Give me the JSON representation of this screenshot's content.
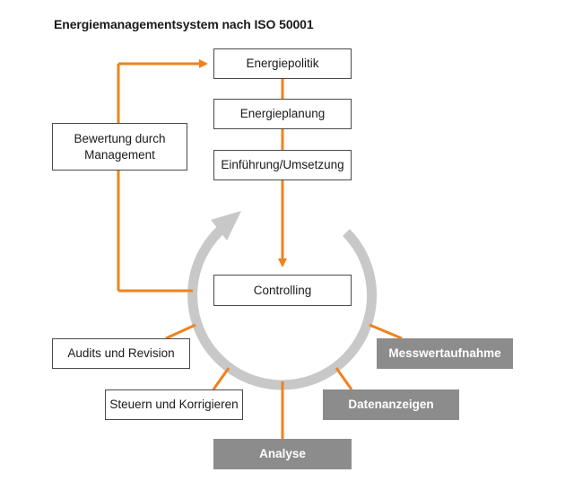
{
  "title": "Energiemanagementsystem nach ISO 50001",
  "colors": {
    "accent": "#f0821e",
    "cycle": "#c8c8c8",
    "box_border": "#4a4a4a",
    "grey_box": "#8c8c8c"
  },
  "boxes": {
    "energiepolitik": "Energiepolitik",
    "energieplanung": "Energieplanung",
    "einfuehrung": "Einführung/Umsetzung",
    "bewertung": "Bewertung durch Management",
    "controlling": "Controlling",
    "audits": "Audits und Revision",
    "steuern": "Steuern und Korrigieren",
    "analyse": "Analyse",
    "datenanzeigen": "Datenanzeigen",
    "messwertaufnahme": "Messwertaufnahme"
  }
}
